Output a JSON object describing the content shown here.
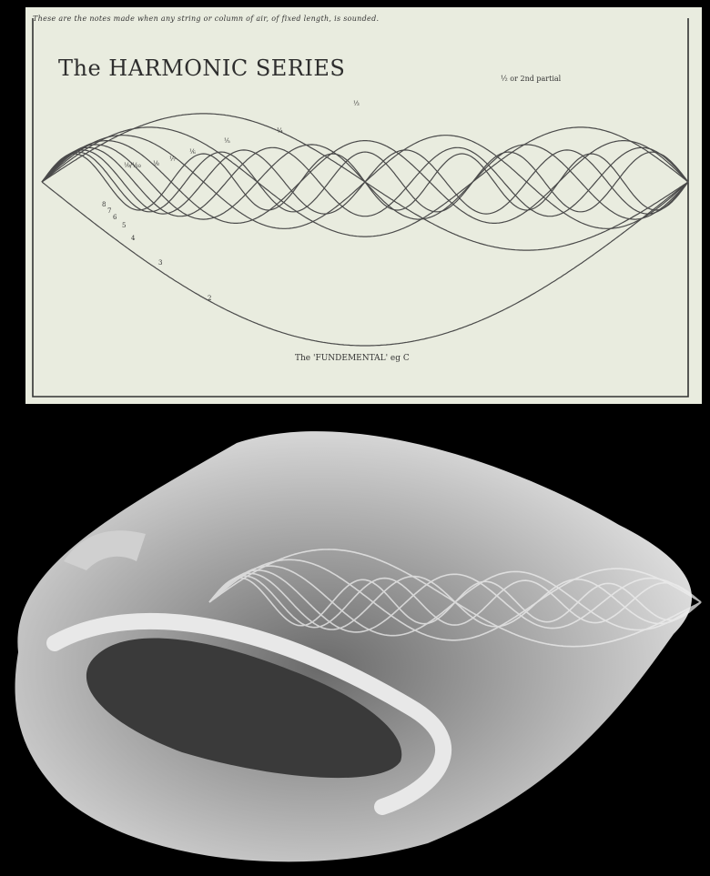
{
  "drawing": {
    "caption": "These are the notes made when any string or column of air, of fixed length, is sounded.",
    "title": "The HARMONIC SERIES",
    "fundamental_label": "The 'FUNDEMENTAL' eg C",
    "top_partial_label": "½ or 2nd partial",
    "labels": {
      "third": "⅓",
      "fourth": "¼",
      "fifth": "⅕",
      "sixth": "⅙",
      "seventh": "⅐",
      "eighth": "⅛",
      "ninth_tenth": "⅑/⅒",
      "l2": "2",
      "l3": "3",
      "l4": "4",
      "l5": "5",
      "l6": "6",
      "l7": "7",
      "l8": "8"
    },
    "partials": [
      1,
      2,
      3,
      4,
      5,
      6,
      7,
      8,
      9,
      10
    ],
    "colors": {
      "paper": "#e9ecdf",
      "ink": "#4a4a4a",
      "frame": "#333333"
    }
  },
  "shell": {
    "description_visible": false,
    "colors": {
      "background": "#000000",
      "shell": "#d8d8d8",
      "interior": "#3a3a3a"
    }
  }
}
